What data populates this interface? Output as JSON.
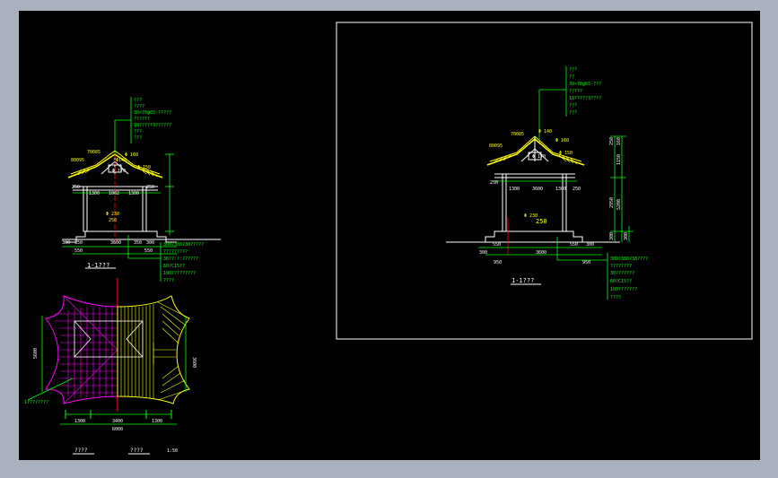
{
  "colors": {
    "background_outer": "#a8b1bd",
    "canvas": "#000000",
    "structure": "#ffffff",
    "dimension": "#00ff00",
    "section": "#ffff00",
    "roof_left": "#ff00ff",
    "axis": "#ff0000"
  },
  "left_section": {
    "title": "1-1???",
    "leader_notes": [
      "???",
      "????",
      "30×70@65·?????",
      "??????",
      "18?????3??????",
      "???",
      "???"
    ],
    "foundation_notes": [
      "300?380?38?????",
      "?????????",
      "30??:?:??????",
      "60?C15??",
      "100?????????",
      "????"
    ],
    "labels": {
      "ridge_dim": "Φ140",
      "eave_a": "70085",
      "eave_b": "80095",
      "ridge_b": "Φ 160",
      "ridge_c": "Φ 150",
      "beam": "Φ 170",
      "post": "Φ 230",
      "post_b": "250",
      "span_1": "250",
      "span_2": "1300",
      "span_3": "1002",
      "span_4": "1300",
      "span_5": "250",
      "base_1": "300",
      "base_2": "350",
      "base_3": "3600",
      "base_4": "350",
      "base_5": "300",
      "base_6": "550",
      "base_7": "550"
    }
  },
  "right_section": {
    "title": "1-1???",
    "leader_notes": [
      "???",
      "??",
      "30×70@65·???",
      "?????",
      "18?????3????",
      "???",
      "???"
    ],
    "foundation_notes": [
      "300?380?38????",
      "????????",
      "30???????",
      "60?C15??",
      "100???????",
      "????"
    ],
    "labels": {
      "eave_a": "70085",
      "eave_b": "80095",
      "ridge_a": "Φ 140",
      "ridge_b": "Φ 160",
      "ridge_c": "Φ 150",
      "beam": "Φ 170",
      "post": "Φ 230",
      "post_b": "250",
      "span_1": "250",
      "span_2": "1300",
      "span_3": "3600",
      "span_4": "1300",
      "span_5": "250",
      "base_1": "300",
      "base_2": "550",
      "base_3": "3600",
      "base_4": "550",
      "base_5": "300",
      "base_6": "950",
      "base_7": "950",
      "vert_1": "300",
      "vert_2": "250",
      "vert_3": "160",
      "vert_4": "1150",
      "vert_5": "5200",
      "vert_6": "2950",
      "vert_7": "300"
    }
  },
  "roof_plan": {
    "note_left": "1????????",
    "dim_left_vertical": "5600",
    "dim_right_vertical": "3600",
    "dim_1": "1300",
    "dim_2": "3400",
    "dim_3": "1300",
    "dim_total": "6000",
    "caption_left": "????",
    "caption_right": "????",
    "scale": "1:50"
  }
}
